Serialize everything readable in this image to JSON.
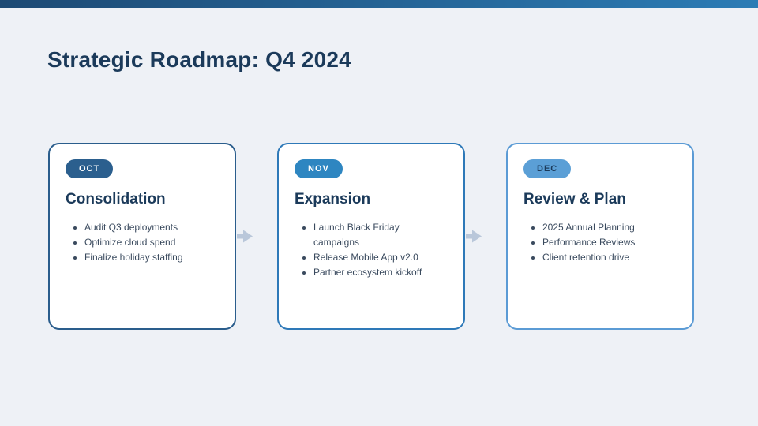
{
  "slide": {
    "title": "Strategic Roadmap: Q4 2024"
  },
  "colors": {
    "background": "#eef1f6",
    "top_bar_gradient_start": "#1d4a74",
    "top_bar_gradient_end": "#2c7cb5",
    "heading_text": "#1b3a5a",
    "bullet_text": "#3a4a5e",
    "card_background": "#ffffff",
    "arrow": "#b9c7da"
  },
  "cards": [
    {
      "month": "OCT",
      "title": "Consolidation",
      "items": [
        "Audit Q3 deployments",
        "Optimize cloud spend",
        "Finalize holiday staffing"
      ],
      "badge_bg": "#2b5f8e",
      "badge_text_color": "#ffffff",
      "border_color": "#2a5d8c"
    },
    {
      "month": "NOV",
      "title": "Expansion",
      "items": [
        "Launch Black Friday campaigns",
        "Release Mobile App v2.0",
        "Partner ecosystem kickoff"
      ],
      "badge_bg": "#2e86c1",
      "badge_text_color": "#ffffff",
      "border_color": "#2e79b8"
    },
    {
      "month": "DEC",
      "title": "Review & Plan",
      "items": [
        "2025 Annual Planning",
        "Performance Reviews",
        "Client retention drive"
      ],
      "badge_bg": "#5b9fd6",
      "badge_text_color": "#1b3a5a",
      "border_color": "#5b9bd5"
    }
  ]
}
